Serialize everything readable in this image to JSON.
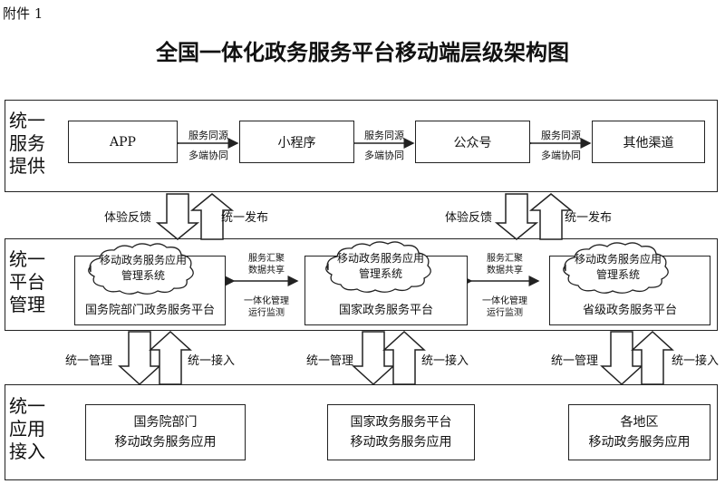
{
  "attachment_label": "附件 1",
  "title": "全国一体化政务服务平台移动端层级架构图",
  "layers": {
    "service": {
      "label": [
        "统一",
        "服务",
        "提供"
      ]
    },
    "platform": {
      "label": [
        "统一",
        "平台",
        "管理"
      ]
    },
    "access": {
      "label": [
        "统一",
        "应用",
        "接入"
      ]
    }
  },
  "channels": [
    "APP",
    "小程序",
    "公众号",
    "其他渠道"
  ],
  "channel_links": {
    "line1": "服务同源",
    "line2": "多端协同"
  },
  "feedback": {
    "up": "统一发布",
    "down": "体验反馈"
  },
  "platforms": [
    {
      "cloud": [
        "移动政务服务应用",
        "管理系统"
      ],
      "name": "国务院部门政务服务平台"
    },
    {
      "cloud": [
        "移动政务服务应用",
        "管理系统"
      ],
      "name": "国家政务服务平台"
    },
    {
      "cloud": [
        "移动政务服务应用",
        "管理系统"
      ],
      "name": "省级政务服务平台"
    }
  ],
  "platform_links": {
    "top": [
      "服务汇聚",
      "数据共享"
    ],
    "bottom": [
      "一体化管理",
      "运行监测"
    ]
  },
  "management": {
    "down": "统一管理",
    "up": "统一接入"
  },
  "apps": [
    [
      "国务院部门",
      "移动政务服务应用"
    ],
    [
      "国家政务服务平台",
      "移动政务服务应用"
    ],
    [
      "各地区",
      "移动政务服务应用"
    ]
  ]
}
